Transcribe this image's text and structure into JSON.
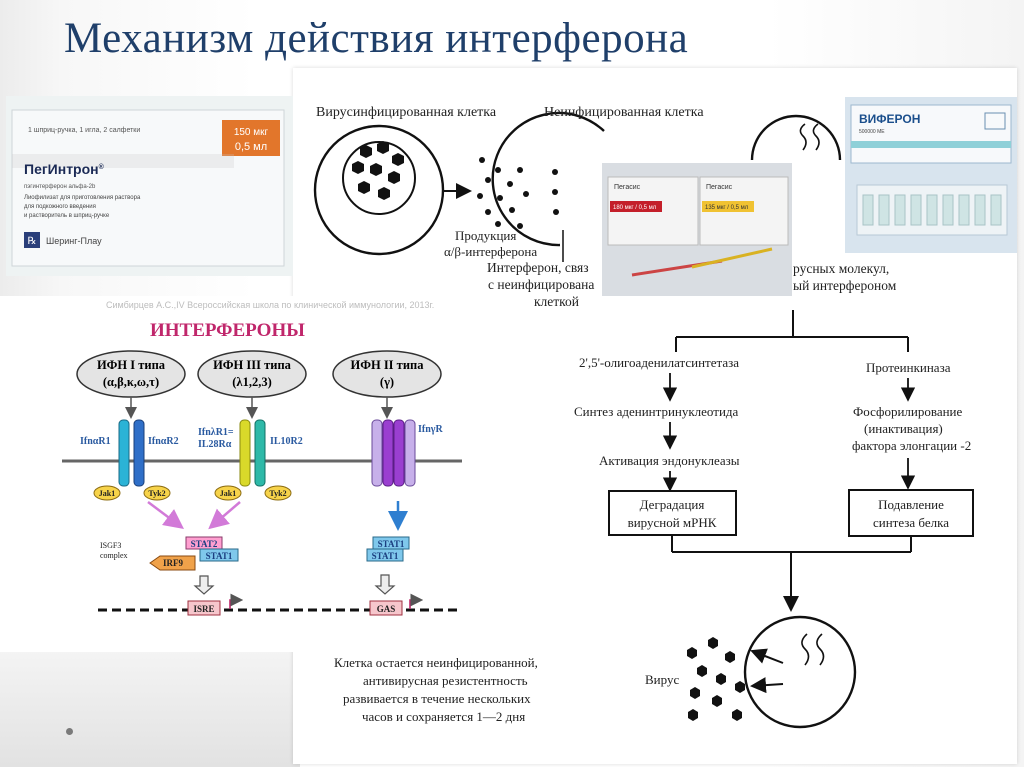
{
  "slide_title": "Механизм действия интерферона",
  "mechanism": {
    "infected_cell": "Вирусинфицированная клетка",
    "uninfected_cell": "Неинфицированная клетка",
    "production_1": "Продукция",
    "production_2": "α/β-интерферона",
    "bound_1": "Интерферон, связ",
    "bound_2": "с неинфицирована",
    "bound_3": "клеткой",
    "virus_molecules_1": "русных молекул,",
    "virus_molecules_2": "ый интерфероном",
    "left_1": "2',5'-олигоаденилатсинтетаза",
    "left_2": "Синтез аденинтринуклеотида",
    "left_3": "Активация эндонуклеазы",
    "left_box_1": "Деградация",
    "left_box_2": "вирусной мРНК",
    "right_1": "Протеинкиназа",
    "right_2": "Фосфорилирование",
    "right_3": "(инактивация)",
    "right_4": "фактора элонгации -2",
    "right_box_1": "Подавление",
    "right_box_2": "синтеза белка",
    "conclusion_1": "Клетка остается неинфицированной,",
    "conclusion_2": "антивирусная резистентность",
    "conclusion_3": "развивается в течение нескольких",
    "conclusion_4": "часов и сохраняется 1—2 дня",
    "virus_label": "Вирус"
  },
  "pegintron": {
    "top_line": "1 шприц-ручка, 1 игла, 2 салфетки",
    "dose_1": "150 мкг",
    "dose_2": "0,5 мл",
    "brand": "ПегИнтрон",
    "reg": "®",
    "sub_1": "пэгинтерферон альфа-2b",
    "sub_2": "Лиофилизат для приготовления раствора",
    "sub_3": "для подкожного введения",
    "sub_4": "и растворитель в шприц-ручке",
    "maker": "Шеринг-Плау"
  },
  "pegasys": {
    "name": "Пегасис",
    "dose_left": "180 мкг / 0,5 мл",
    "dose_right": "135 мкг / 0,5 мл"
  },
  "viferon": {
    "name": "ВИФЕРОН",
    "dose": "500000 МЕ"
  },
  "interferons": {
    "citation": "Симбирцев А.С.,IV Всероссийская школа по клинической иммунологии, 2013г.",
    "heading": "ИНТЕРФЕРОНЫ",
    "type1_1": "ИФН I типа",
    "type1_2": "(α,β,κ,ω,τ)",
    "type3_1": "ИФН III типа",
    "type3_2": "(λ1,2,3)",
    "type2_1": "ИФН II типа",
    "type2_2": "(γ)",
    "r_ifnar1": "IfnαR1",
    "r_ifnar2": "IfnαR2",
    "r_ifnlr1_1": "IfnλR1=",
    "r_ifnlr1_2": "IL28Rα",
    "r_il10r2": "IL10R2",
    "r_ifngr": "IfnγR",
    "jak1": "Jak1",
    "tyk2": "Tyk2",
    "stat2": "STAT2",
    "stat1": "STAT1",
    "irf9": "IRF9",
    "isgf3_1": "ISGF3",
    "isgf3_2": "complex",
    "isre": "ISRE",
    "gas": "GAS"
  },
  "colors": {
    "title": "#1f3f6a",
    "heading": "#c0266b",
    "receptor_cyan": "#2bb3d6",
    "receptor_blue": "#2f6fc8",
    "receptor_yellow": "#d9d92a",
    "receptor_teal": "#2eb9a8",
    "receptor_purple": "#9a3fd0",
    "jak_fill": "#f7d34a",
    "stat_fill": "#7fc8ec",
    "stat2_fill": "#ff9fd0",
    "irf9_fill": "#f0a24a",
    "arrow_violet": "#d27ad8",
    "arrow_blue": "#2f7fd0"
  }
}
